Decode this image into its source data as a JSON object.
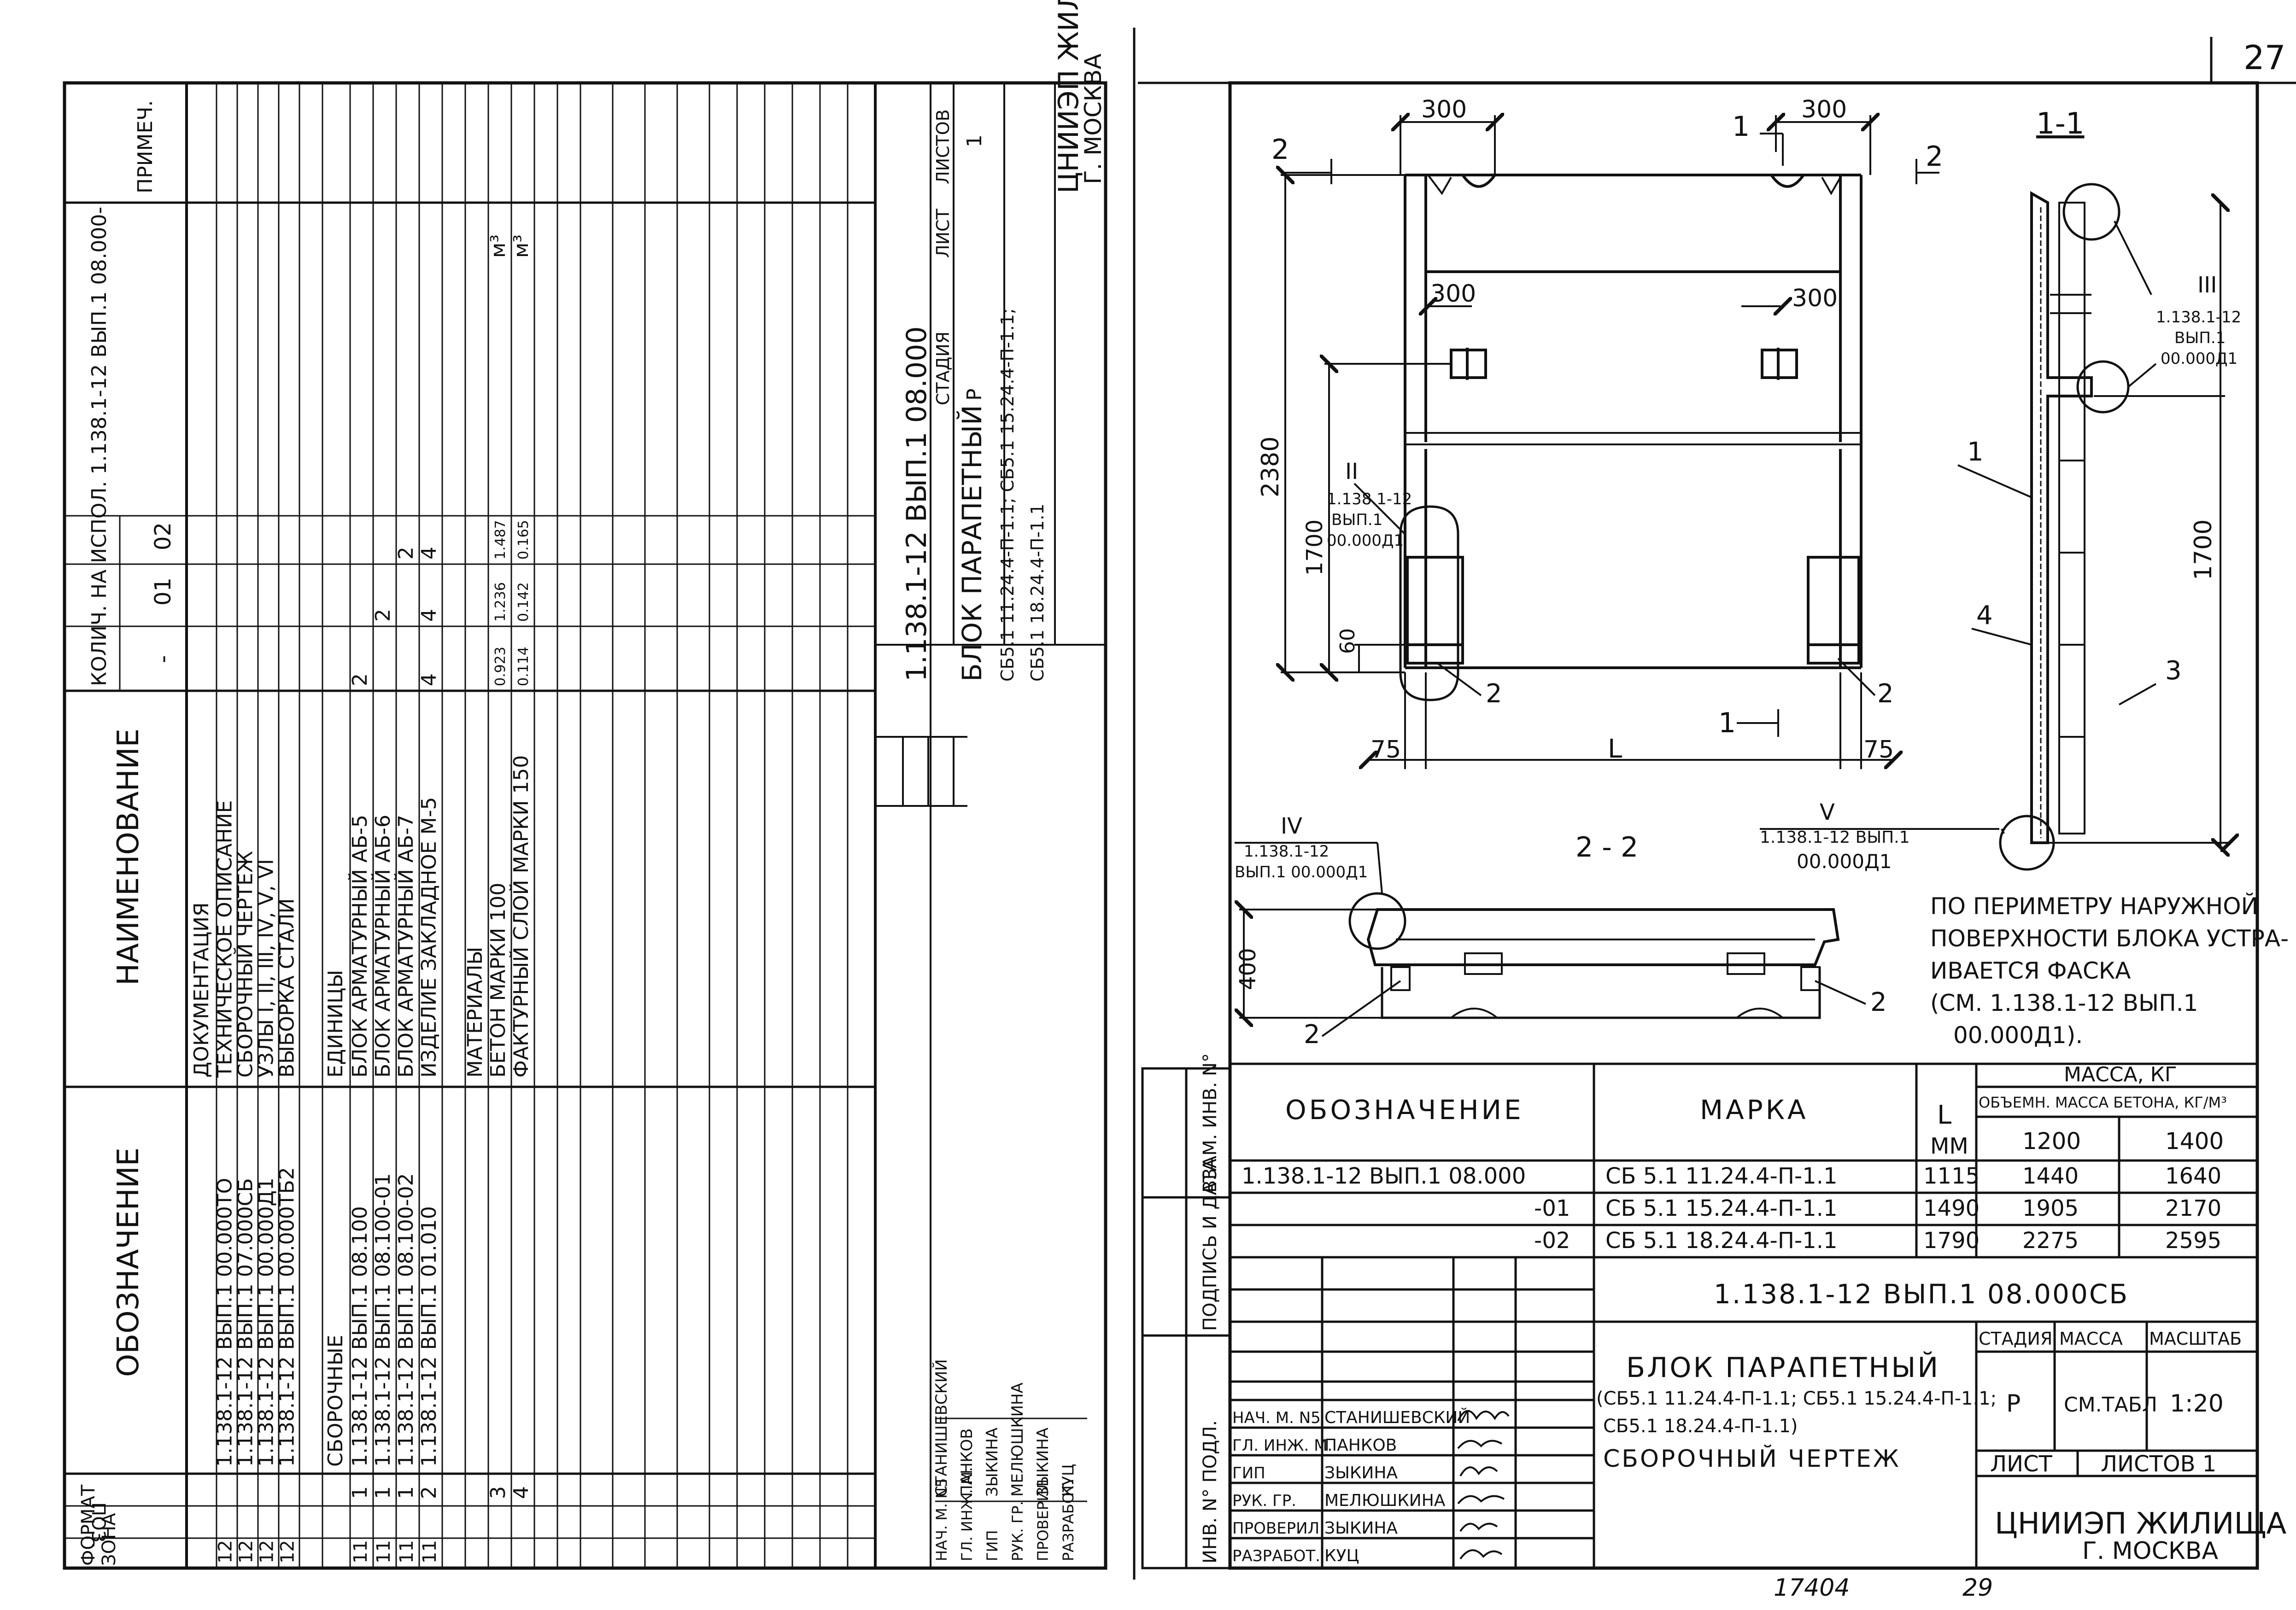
{
  "page_number": "27",
  "bottom_numbers": {
    "left": "17404",
    "right": "29"
  },
  "left_sheet": {
    "headers": {
      "format": "ФОРМАТ",
      "zone": "ЗОНА",
      "pos": "ПОЗ.",
      "designation": "ОБОЗНАЧЕНИЕ",
      "name": "НАИМЕНОВАНИЕ",
      "qty_title": "КОЛИЧ. НА ИСПОЛ. 1.138.1-12 ВЫП.1 08.000-",
      "qty_cols": [
        "-",
        "01",
        "02"
      ],
      "note": "ПРИМЕЧ."
    },
    "rows": [
      {
        "format": "",
        "pos": "",
        "designation": "",
        "name": "ДОКУМЕНТАЦИЯ",
        "q": [
          "",
          "",
          ""
        ],
        "note": "",
        "section": true
      },
      {
        "format": "12",
        "pos": "",
        "designation": "1.138.1-12 ВЫП.1 00.000ТО",
        "name": "ТЕХНИЧЕСКОЕ ОПИСАНИЕ",
        "q": [
          "",
          "",
          ""
        ],
        "note": ""
      },
      {
        "format": "12",
        "pos": "",
        "designation": "1.138.1-12 ВЫП.1 07.000СБ",
        "name": "СБОРОЧНЫЙ ЧЕРТЕЖ",
        "q": [
          "",
          "",
          ""
        ],
        "note": ""
      },
      {
        "format": "12",
        "pos": "",
        "designation": "1.138.1-12 ВЫП.1 00.000Д1",
        "name": "УЗЛЫ I, II, III, IV, V, VI",
        "q": [
          "",
          "",
          ""
        ],
        "note": ""
      },
      {
        "format": "12",
        "pos": "",
        "designation": "1.138.1-12 ВЫП.1 00.000ТБ2",
        "name": "ВЫБОРКА СТАЛИ",
        "q": [
          "",
          "",
          ""
        ],
        "note": ""
      },
      {
        "format": "",
        "pos": "",
        "designation": "",
        "name": "",
        "q": [
          "",
          "",
          ""
        ],
        "note": ""
      },
      {
        "format": "",
        "pos": "",
        "designation": "СБОРОЧНЫЕ",
        "name": "ЕДИНИЦЫ",
        "q": [
          "",
          "",
          ""
        ],
        "note": "",
        "section": true
      },
      {
        "format": "11",
        "pos": "1",
        "designation": "1.138.1-12 ВЫП.1 08.100",
        "name": "БЛОК АРМАТУРНЫЙ АБ-5",
        "q": [
          "2",
          "",
          ""
        ],
        "note": ""
      },
      {
        "format": "11",
        "pos": "1",
        "designation": "1.138.1-12 ВЫП.1 08.100-01",
        "name": "БЛОК АРМАТУРНЫЙ АБ-6",
        "q": [
          "",
          "2",
          ""
        ],
        "note": ""
      },
      {
        "format": "11",
        "pos": "1",
        "designation": "1.138.1-12 ВЫП.1 08.100-02",
        "name": "БЛОК АРМАТУРНЫЙ АБ-7",
        "q": [
          "",
          "",
          "2"
        ],
        "note": ""
      },
      {
        "format": "11",
        "pos": "2",
        "designation": "1.138.1-12 ВЫП.1 01.010",
        "name": "ИЗДЕЛИЕ ЗАКЛАДНОЕ М-5",
        "q": [
          "4",
          "4",
          "4"
        ],
        "note": ""
      },
      {
        "format": "",
        "pos": "",
        "designation": "",
        "name": "",
        "q": [
          "",
          "",
          ""
        ],
        "note": ""
      },
      {
        "format": "",
        "pos": "",
        "designation": "",
        "name": "МАТЕРИАЛЫ",
        "q": [
          "",
          "",
          ""
        ],
        "note": "",
        "section": true
      },
      {
        "format": "",
        "pos": "3",
        "designation": "",
        "name": "БЕТОН МАРКИ 100",
        "q": [
          "0.923",
          "1.236",
          "1.487"
        ],
        "note": "м³"
      },
      {
        "format": "",
        "pos": "4",
        "designation": "",
        "name": "ФАКТУРНЫЙ СЛОЙ МАРКИ 150",
        "q": [
          "0.114",
          "0.142",
          "0.165"
        ],
        "note": "м³"
      },
      {
        "format": "",
        "pos": "",
        "designation": "",
        "name": "",
        "q": [
          "",
          "",
          ""
        ],
        "note": ""
      },
      {
        "format": "",
        "pos": "",
        "designation": "",
        "name": "",
        "q": [
          "",
          "",
          ""
        ],
        "note": ""
      }
    ],
    "title_block": {
      "doc_code": "1.138.1-12 ВЫП.1 08.000",
      "title": "БЛОК ПАРАПЕТНЫЙ",
      "subtitle1": "СБ5.1 11.24.4-П-1.1; СБ5.1 15.24.4-П-1.1;",
      "subtitle2": "СБ5.1 18.24.4-П-1.1",
      "stage_h": "СТАДИЯ",
      "sheet_h": "ЛИСТ",
      "sheets_h": "ЛИСТОВ",
      "stage": "Р",
      "sheet": "",
      "sheets": "1",
      "org": "ЦНИИЭП ЖИЛИЩА",
      "city": "Г. МОСКВА",
      "staff": [
        {
          "role": "НАЧ. М. N5",
          "name": "СТАНИШЕВСКИЙ"
        },
        {
          "role": "ГЛ. ИНЖ. М.",
          "name": "ПАНКОВ"
        },
        {
          "role": "ГИП",
          "name": "ЗЫКИНА"
        },
        {
          "role": "РУК. ГР.",
          "name": "МЕЛЮШКИНА"
        },
        {
          "role": "ПРОВЕРИЛ",
          "name": "ЗЫКИНА"
        },
        {
          "role": "РАЗРАБОТ.",
          "name": "КУЦ"
        }
      ]
    }
  },
  "right_sheet": {
    "side_labels": [
      "ИНВ. N° ПОДЛ.",
      "ПОДПИСЬ И ДАТА",
      "ВЗАМ. ИНВ. N°"
    ],
    "drawing": {
      "dims": {
        "w300a": "300",
        "w300b": "300",
        "w300c": "300",
        "w300d": "300",
        "h2380": "2380",
        "h1700": "1700",
        "h60": "60",
        "b75a": "75",
        "bL": "L",
        "b75b": "75",
        "s1700": "1700",
        "s400": "400"
      },
      "section_marks": {
        "s1": "1",
        "s1b": "1",
        "s2": "2",
        "s2b": "2"
      },
      "section_1_1": "1-1",
      "section_2_2": "2 - 2",
      "callouts": {
        "II": {
          "num": "II",
          "ref1": "1.138.1-12",
          "ref2": "ВЫП.1",
          "ref3": "00.000Д1"
        },
        "III": {
          "num": "III",
          "ref1": "1.138.1-12",
          "ref2": "ВЫП.1",
          "ref3": "00.000Д1"
        },
        "IV": {
          "num": "IV",
          "ref1": "1.138.1-12",
          "ref2": "ВЫП.1 00.000Д1"
        },
        "V": {
          "num": "V",
          "ref1": "1.138.1-12 ВЫП.1",
          "ref2": "00.000Д1"
        }
      },
      "positions": {
        "p1": "1",
        "p2a": "2",
        "p2b": "2",
        "p3": "3",
        "p4": "4",
        "p2c": "2",
        "p2d": "2"
      },
      "note_lines": [
        "ПО ПЕРИМЕТРУ НАРУЖНОЙ",
        "ПОВЕРХНОСТИ БЛОКА УСТРА-",
        "ИВАЕТСЯ ФАСКА",
        "(СМ. 1.138.1-12 ВЫП.1",
        "00.000Д1)."
      ]
    },
    "table": {
      "h_designation": "ОБОЗНАЧЕНИЕ",
      "h_mark": "МАРКА",
      "h_L": "L",
      "h_mm": "ММ",
      "h_mass": "МАССА, КГ",
      "h_density": "ОБЪЕМН. МАССА БЕТОНА, КГ/М³",
      "density_values": [
        "1200",
        "1400"
      ],
      "rows": [
        {
          "designation": "1.138.1-12 ВЫП.1 08.000",
          "mark": "СБ 5.1 11.24.4-П-1.1",
          "L": "1115",
          "m1": "1440",
          "m2": "1640"
        },
        {
          "designation": "-01",
          "mark": "СБ 5.1 15.24.4-П-1.1",
          "L": "1490",
          "m1": "1905",
          "m2": "2170"
        },
        {
          "designation": "-02",
          "mark": "СБ 5.1 18.24.4-П-1.1",
          "L": "1790",
          "m1": "2275",
          "m2": "2595"
        }
      ]
    },
    "title_block": {
      "doc_code": "1.138.1-12 ВЫП.1 08.000СБ",
      "title": "БЛОК ПАРАПЕТНЫЙ",
      "subtitle1": "(СБ5.1 11.24.4-П-1.1; СБ5.1 15.24.4-П-1.1;",
      "subtitle2": "СБ5.1 18.24.4-П-1.1)",
      "doc_type": "СБОРОЧНЫЙ ЧЕРТЕЖ",
      "stage_h": "СТАДИЯ",
      "mass_h": "МАССА",
      "scale_h": "МАСШТАБ",
      "stage": "Р",
      "mass": "СМ.ТАБЛ",
      "scale": "1:20",
      "sheet_label": "ЛИСТ",
      "sheets_label": "ЛИСТОВ 1",
      "org": "ЦНИИЭП ЖИЛИЩА",
      "city": "Г. МОСКВА",
      "staff": [
        {
          "role": "НАЧ. М. N5",
          "name": "СТАНИШЕВСКИЙ"
        },
        {
          "role": "ГЛ. ИНЖ. М.",
          "name": "ПАНКОВ"
        },
        {
          "role": "ГИП",
          "name": "ЗЫКИНА"
        },
        {
          "role": "РУК. ГР.",
          "name": "МЕЛЮШКИНА"
        },
        {
          "role": "ПРОВЕРИЛ",
          "name": "ЗЫКИНА"
        },
        {
          "role": "РАЗРАБОТ.",
          "name": "КУЦ"
        }
      ]
    }
  }
}
